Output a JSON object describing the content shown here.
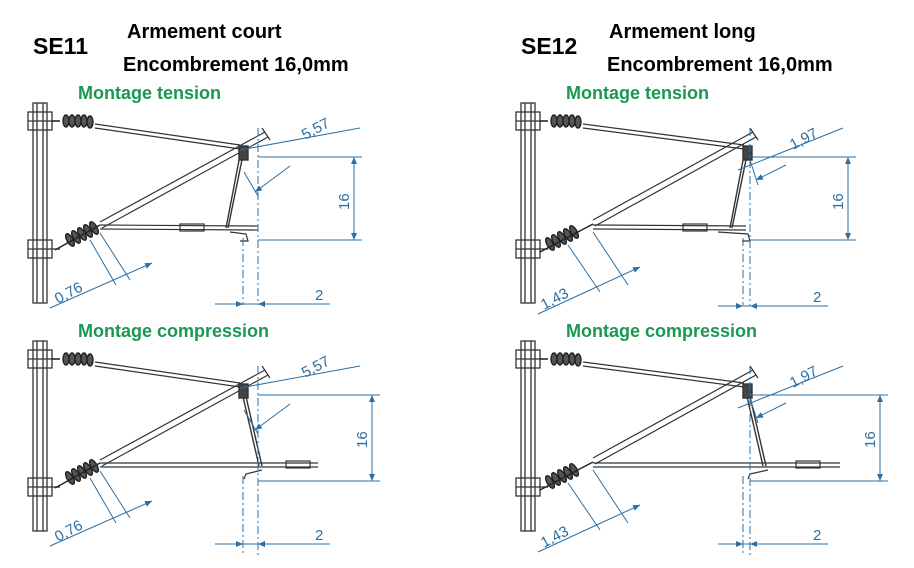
{
  "panels": [
    {
      "code": "SE11",
      "armement": "Armement court",
      "encombrement": "Encombrement 16,0mm",
      "mounts": [
        {
          "title": "Montage tension",
          "dims": {
            "offset_top": "5,57",
            "height": "16",
            "offset_bottom": "0,76",
            "gap": "2"
          }
        },
        {
          "title": "Montage compression",
          "dims": {
            "offset_top": "5,57",
            "height": "16",
            "offset_bottom": "0,76",
            "gap": "2"
          }
        }
      ]
    },
    {
      "code": "SE12",
      "armement": "Armement long",
      "encombrement": "Encombrement 16,0mm",
      "mounts": [
        {
          "title": "Montage tension",
          "dims": {
            "offset_top": "1,97",
            "height": "16",
            "offset_bottom": "1,43",
            "gap": "2"
          }
        },
        {
          "title": "Montage compression",
          "dims": {
            "offset_top": "1,97",
            "height": "16",
            "offset_bottom": "1,43",
            "gap": "2"
          }
        }
      ]
    }
  ],
  "colors": {
    "line": "#333333",
    "dimension": "#2c6fa3",
    "title": "#1a9850"
  }
}
